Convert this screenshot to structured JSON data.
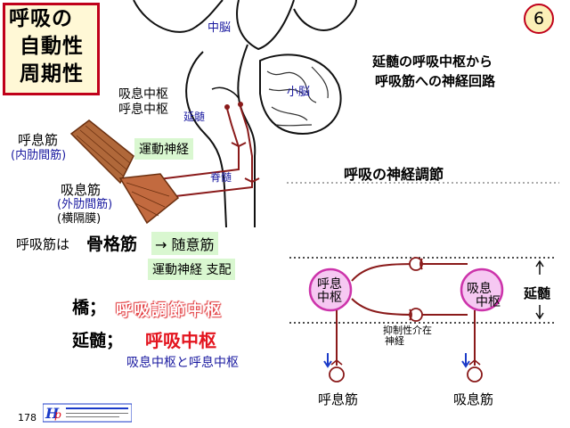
{
  "title": {
    "line1": "呼吸の",
    "line2": "自動性",
    "line3": "周期性"
  },
  "slide_number": "6",
  "page_number": "178",
  "heading1": {
    "line1": "延髄の呼吸中枢から",
    "line2": "呼吸筋への神経回路"
  },
  "heading2": "呼吸の神経調節",
  "brain": {
    "midbrain": "中脳",
    "cerebellum": "小脳",
    "medulla": "延髄",
    "spinal_cord": "脊髄",
    "centers_line1": "吸息中枢",
    "centers_line2": "呼息中枢"
  },
  "muscles": {
    "exp_label": "呼息筋",
    "exp_sub": "(内肋間筋)",
    "insp_label": "吸息筋",
    "insp_sub1": "(外肋間筋)",
    "insp_sub2": "(横隔膜)",
    "motor_nerve": "運動神経"
  },
  "text": {
    "resp_muscle_prefix": "呼吸筋は",
    "skeletal": "骨格筋",
    "arrow_voluntary": "→ 随意筋",
    "motor_control": "運動神経 支配",
    "pons_label": "橋；",
    "pons_center": "呼吸調節中枢",
    "medulla_label": "延髄；",
    "resp_center": "呼吸中枢",
    "centers_detail": "吸息中枢と呼息中枢"
  },
  "circuit": {
    "exp_center_l1": "呼息",
    "exp_center_l2": "中枢",
    "insp_center_l1": "吸息",
    "insp_center_l2": "中枢",
    "inhibitory_l1": "抑制性介在",
    "inhibitory_l2": "神経",
    "medulla": "延髄",
    "exp_muscle": "呼息筋",
    "insp_muscle": "吸息筋"
  },
  "colors": {
    "border_red": "#c0001a",
    "title_bg": "#fff8d6",
    "navy_text": "#1a1aa0",
    "red_text": "#e3141e",
    "center_pink": "#f6c8f2",
    "nerve_dark_red": "#8a1a1a"
  }
}
